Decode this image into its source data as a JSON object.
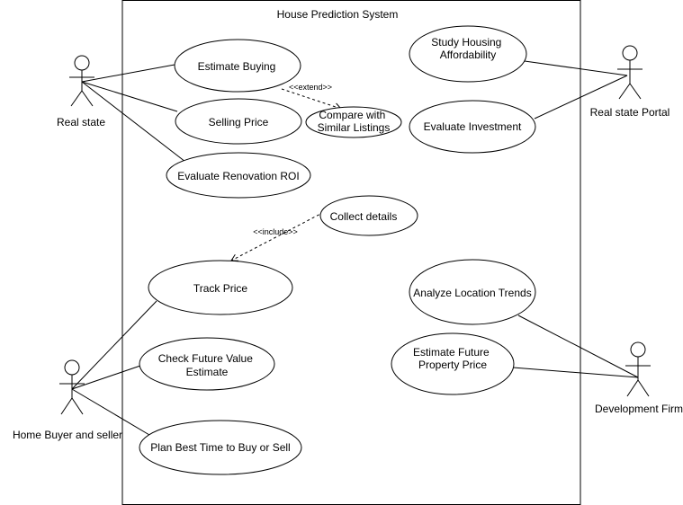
{
  "system": {
    "title": "House Prediction System"
  },
  "actors": {
    "real_state": "Real state",
    "real_state_portal": "Real state Portal",
    "home_buyer_seller": "Home Buyer and seller",
    "development_firm": "Development Firm"
  },
  "use_cases": {
    "estimate_buying": [
      "Estimate Buying"
    ],
    "selling_price": [
      "Selling Price"
    ],
    "compare_listings": [
      "Compare with",
      "Similar Listings"
    ],
    "evaluate_renovation": [
      "Evaluate Renovation ROI"
    ],
    "study_housing": [
      "Study Housing",
      "Affordability"
    ],
    "evaluate_investment": [
      "Evaluate Investment"
    ],
    "collect_details": [
      "Collect details"
    ],
    "track_price": [
      "Track Price"
    ],
    "analyze_location": [
      "Analyze Location Trends"
    ],
    "estimate_future_price": [
      "Estimate Future",
      "Property Price"
    ],
    "check_future_value": [
      "Check Future Value",
      "Estimate"
    ],
    "plan_best_time": [
      "Plan Best Time to Buy or Sell"
    ]
  },
  "relationships": {
    "extend": "<<extend>>",
    "include": "<<include>>"
  },
  "colors": {
    "stroke": "#000000",
    "fill": "#ffffff"
  }
}
